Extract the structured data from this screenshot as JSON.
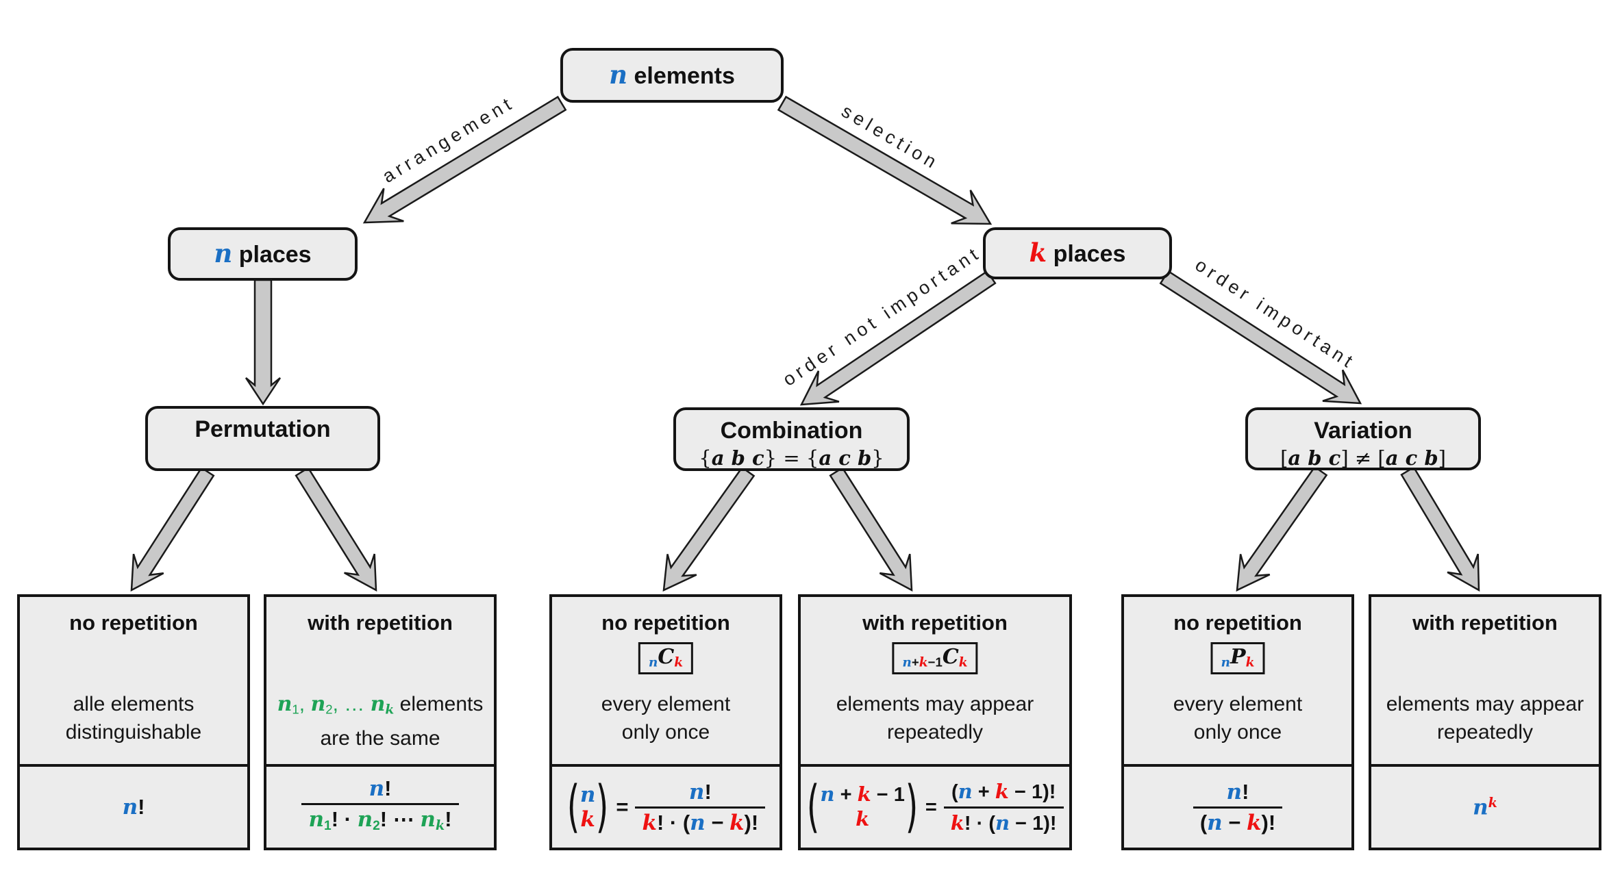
{
  "colors": {
    "blue": "#1a6fc4",
    "red": "#ee1111",
    "green": "#1ea356",
    "black": "#111111"
  },
  "edges": {
    "arrangement": "arrangement",
    "selection": "selection",
    "order_not_important": "order not important",
    "order_important": "order important"
  },
  "nodes": {
    "root": {
      "runs": [
        {
          "t": "n",
          "c": "blue",
          "m": 1
        },
        {
          "t": " elements"
        }
      ]
    },
    "n_places": {
      "runs": [
        {
          "t": "n",
          "c": "blue",
          "m": 1
        },
        {
          "t": " places"
        }
      ]
    },
    "k_places": {
      "runs": [
        {
          "t": "k",
          "c": "red",
          "m": 1
        },
        {
          "t": " places"
        }
      ]
    },
    "permutation": {
      "title": "Permutation"
    },
    "combination": {
      "title": "Combination",
      "subtitle_runs": [
        {
          "t": "{"
        },
        {
          "t": "a b c",
          "m": 1
        },
        {
          "t": "} = {"
        },
        {
          "t": "a c b",
          "m": 1
        },
        {
          "t": "}"
        }
      ]
    },
    "variation": {
      "title": "Variation",
      "subtitle_runs": [
        {
          "t": "["
        },
        {
          "t": "a b c",
          "m": 1
        },
        {
          "t": "] ≠ ["
        },
        {
          "t": "a c b",
          "m": 1
        },
        {
          "t": "]"
        }
      ]
    }
  },
  "leaves": [
    {
      "title": "no repetition",
      "desc1": [
        {
          "t": "alle elements"
        }
      ],
      "desc2": [
        {
          "t": "distinguishable"
        }
      ],
      "formula_runs": [
        {
          "t": "n",
          "c": "blue",
          "m": 1
        },
        {
          "t": "!"
        }
      ]
    },
    {
      "title": "with repetition",
      "desc1": [
        {
          "t": "n",
          "c": "green",
          "m": 1
        },
        {
          "t": "1",
          "c": "green",
          "sub": 1
        },
        {
          "t": ", ",
          "c": "green"
        },
        {
          "t": "n",
          "c": "green",
          "m": 1
        },
        {
          "t": "2",
          "c": "green",
          "sub": 1
        },
        {
          "t": ", … ",
          "c": "green"
        },
        {
          "t": "n",
          "c": "green",
          "m": 1
        },
        {
          "t": "k",
          "c": "green",
          "m": 1,
          "sub": 1
        },
        {
          "t": " elements"
        }
      ],
      "desc2": [
        {
          "t": "are the same"
        }
      ],
      "frac_top": [
        {
          "t": "n",
          "c": "blue",
          "m": 1
        },
        {
          "t": "!"
        }
      ],
      "frac_bottom": [
        {
          "t": "n",
          "c": "green",
          "m": 1
        },
        {
          "t": "1",
          "c": "green",
          "sub": 1
        },
        {
          "t": "! · "
        },
        {
          "t": "n",
          "c": "green",
          "m": 1
        },
        {
          "t": "2",
          "c": "green",
          "sub": 1
        },
        {
          "t": "! ⋯ "
        },
        {
          "t": "n",
          "c": "green",
          "m": 1
        },
        {
          "t": "k",
          "c": "green",
          "m": 1,
          "sub": 1
        },
        {
          "t": "!"
        }
      ]
    },
    {
      "title": "no repetition",
      "badge": [
        {
          "t": "n",
          "c": "blue",
          "m": 1,
          "sub": 1
        },
        {
          "t": "C",
          "m": 1
        },
        {
          "t": "k",
          "c": "red",
          "m": 1,
          "sub": 1
        }
      ],
      "desc1": [
        {
          "t": "every element"
        }
      ],
      "desc2": [
        {
          "t": "only once"
        }
      ],
      "binom_top": [
        {
          "t": "n",
          "c": "blue",
          "m": 1
        }
      ],
      "binom_bottom": [
        {
          "t": "k",
          "c": "red",
          "m": 1
        }
      ],
      "equals": "=",
      "frac_top": [
        {
          "t": "n",
          "c": "blue",
          "m": 1
        },
        {
          "t": "!"
        }
      ],
      "frac_bottom": [
        {
          "t": "k",
          "c": "red",
          "m": 1
        },
        {
          "t": "! · ("
        },
        {
          "t": "n",
          "c": "blue",
          "m": 1
        },
        {
          "t": " − "
        },
        {
          "t": "k",
          "c": "red",
          "m": 1
        },
        {
          "t": ")!"
        }
      ]
    },
    {
      "title": "with repetition",
      "badge": [
        {
          "t": "n",
          "c": "blue",
          "m": 1,
          "sub": 1
        },
        {
          "t": "+",
          "sub": 1
        },
        {
          "t": "k",
          "c": "red",
          "m": 1,
          "sub": 1
        },
        {
          "t": "−1",
          "sub": 1
        },
        {
          "t": "C",
          "m": 1
        },
        {
          "t": "k",
          "c": "red",
          "m": 1,
          "sub": 1
        }
      ],
      "desc1": [
        {
          "t": "elements may appear"
        }
      ],
      "desc2": [
        {
          "t": "repeatedly"
        }
      ],
      "binom_top": [
        {
          "t": "n",
          "c": "blue",
          "m": 1
        },
        {
          "t": " + "
        },
        {
          "t": "k",
          "c": "red",
          "m": 1
        },
        {
          "t": " − 1"
        }
      ],
      "binom_bottom": [
        {
          "t": "k",
          "c": "red",
          "m": 1
        }
      ],
      "equals": "=",
      "frac_top": [
        {
          "t": "("
        },
        {
          "t": "n",
          "c": "blue",
          "m": 1
        },
        {
          "t": " + "
        },
        {
          "t": "k",
          "c": "red",
          "m": 1
        },
        {
          "t": " − 1)!"
        }
      ],
      "frac_bottom": [
        {
          "t": "k",
          "c": "red",
          "m": 1
        },
        {
          "t": "! · ("
        },
        {
          "t": "n",
          "c": "blue",
          "m": 1
        },
        {
          "t": " − 1)!"
        }
      ]
    },
    {
      "title": "no repetition",
      "badge": [
        {
          "t": "n",
          "c": "blue",
          "m": 1,
          "sub": 1
        },
        {
          "t": "P",
          "m": 1
        },
        {
          "t": "k",
          "c": "red",
          "m": 1,
          "sub": 1
        }
      ],
      "desc1": [
        {
          "t": "every element"
        }
      ],
      "desc2": [
        {
          "t": "only once"
        }
      ],
      "frac_top": [
        {
          "t": "n",
          "c": "blue",
          "m": 1
        },
        {
          "t": "!"
        }
      ],
      "frac_bottom": [
        {
          "t": "("
        },
        {
          "t": "n",
          "c": "blue",
          "m": 1
        },
        {
          "t": " − "
        },
        {
          "t": "k",
          "c": "red",
          "m": 1
        },
        {
          "t": ")!"
        }
      ]
    },
    {
      "title": "with repetition",
      "desc1": [
        {
          "t": "elements may appear"
        }
      ],
      "desc2": [
        {
          "t": "repeatedly"
        }
      ],
      "formula_runs": [
        {
          "t": "n",
          "c": "blue",
          "m": 1
        },
        {
          "t": "k",
          "c": "red",
          "m": 1,
          "sup": 1
        }
      ]
    }
  ]
}
